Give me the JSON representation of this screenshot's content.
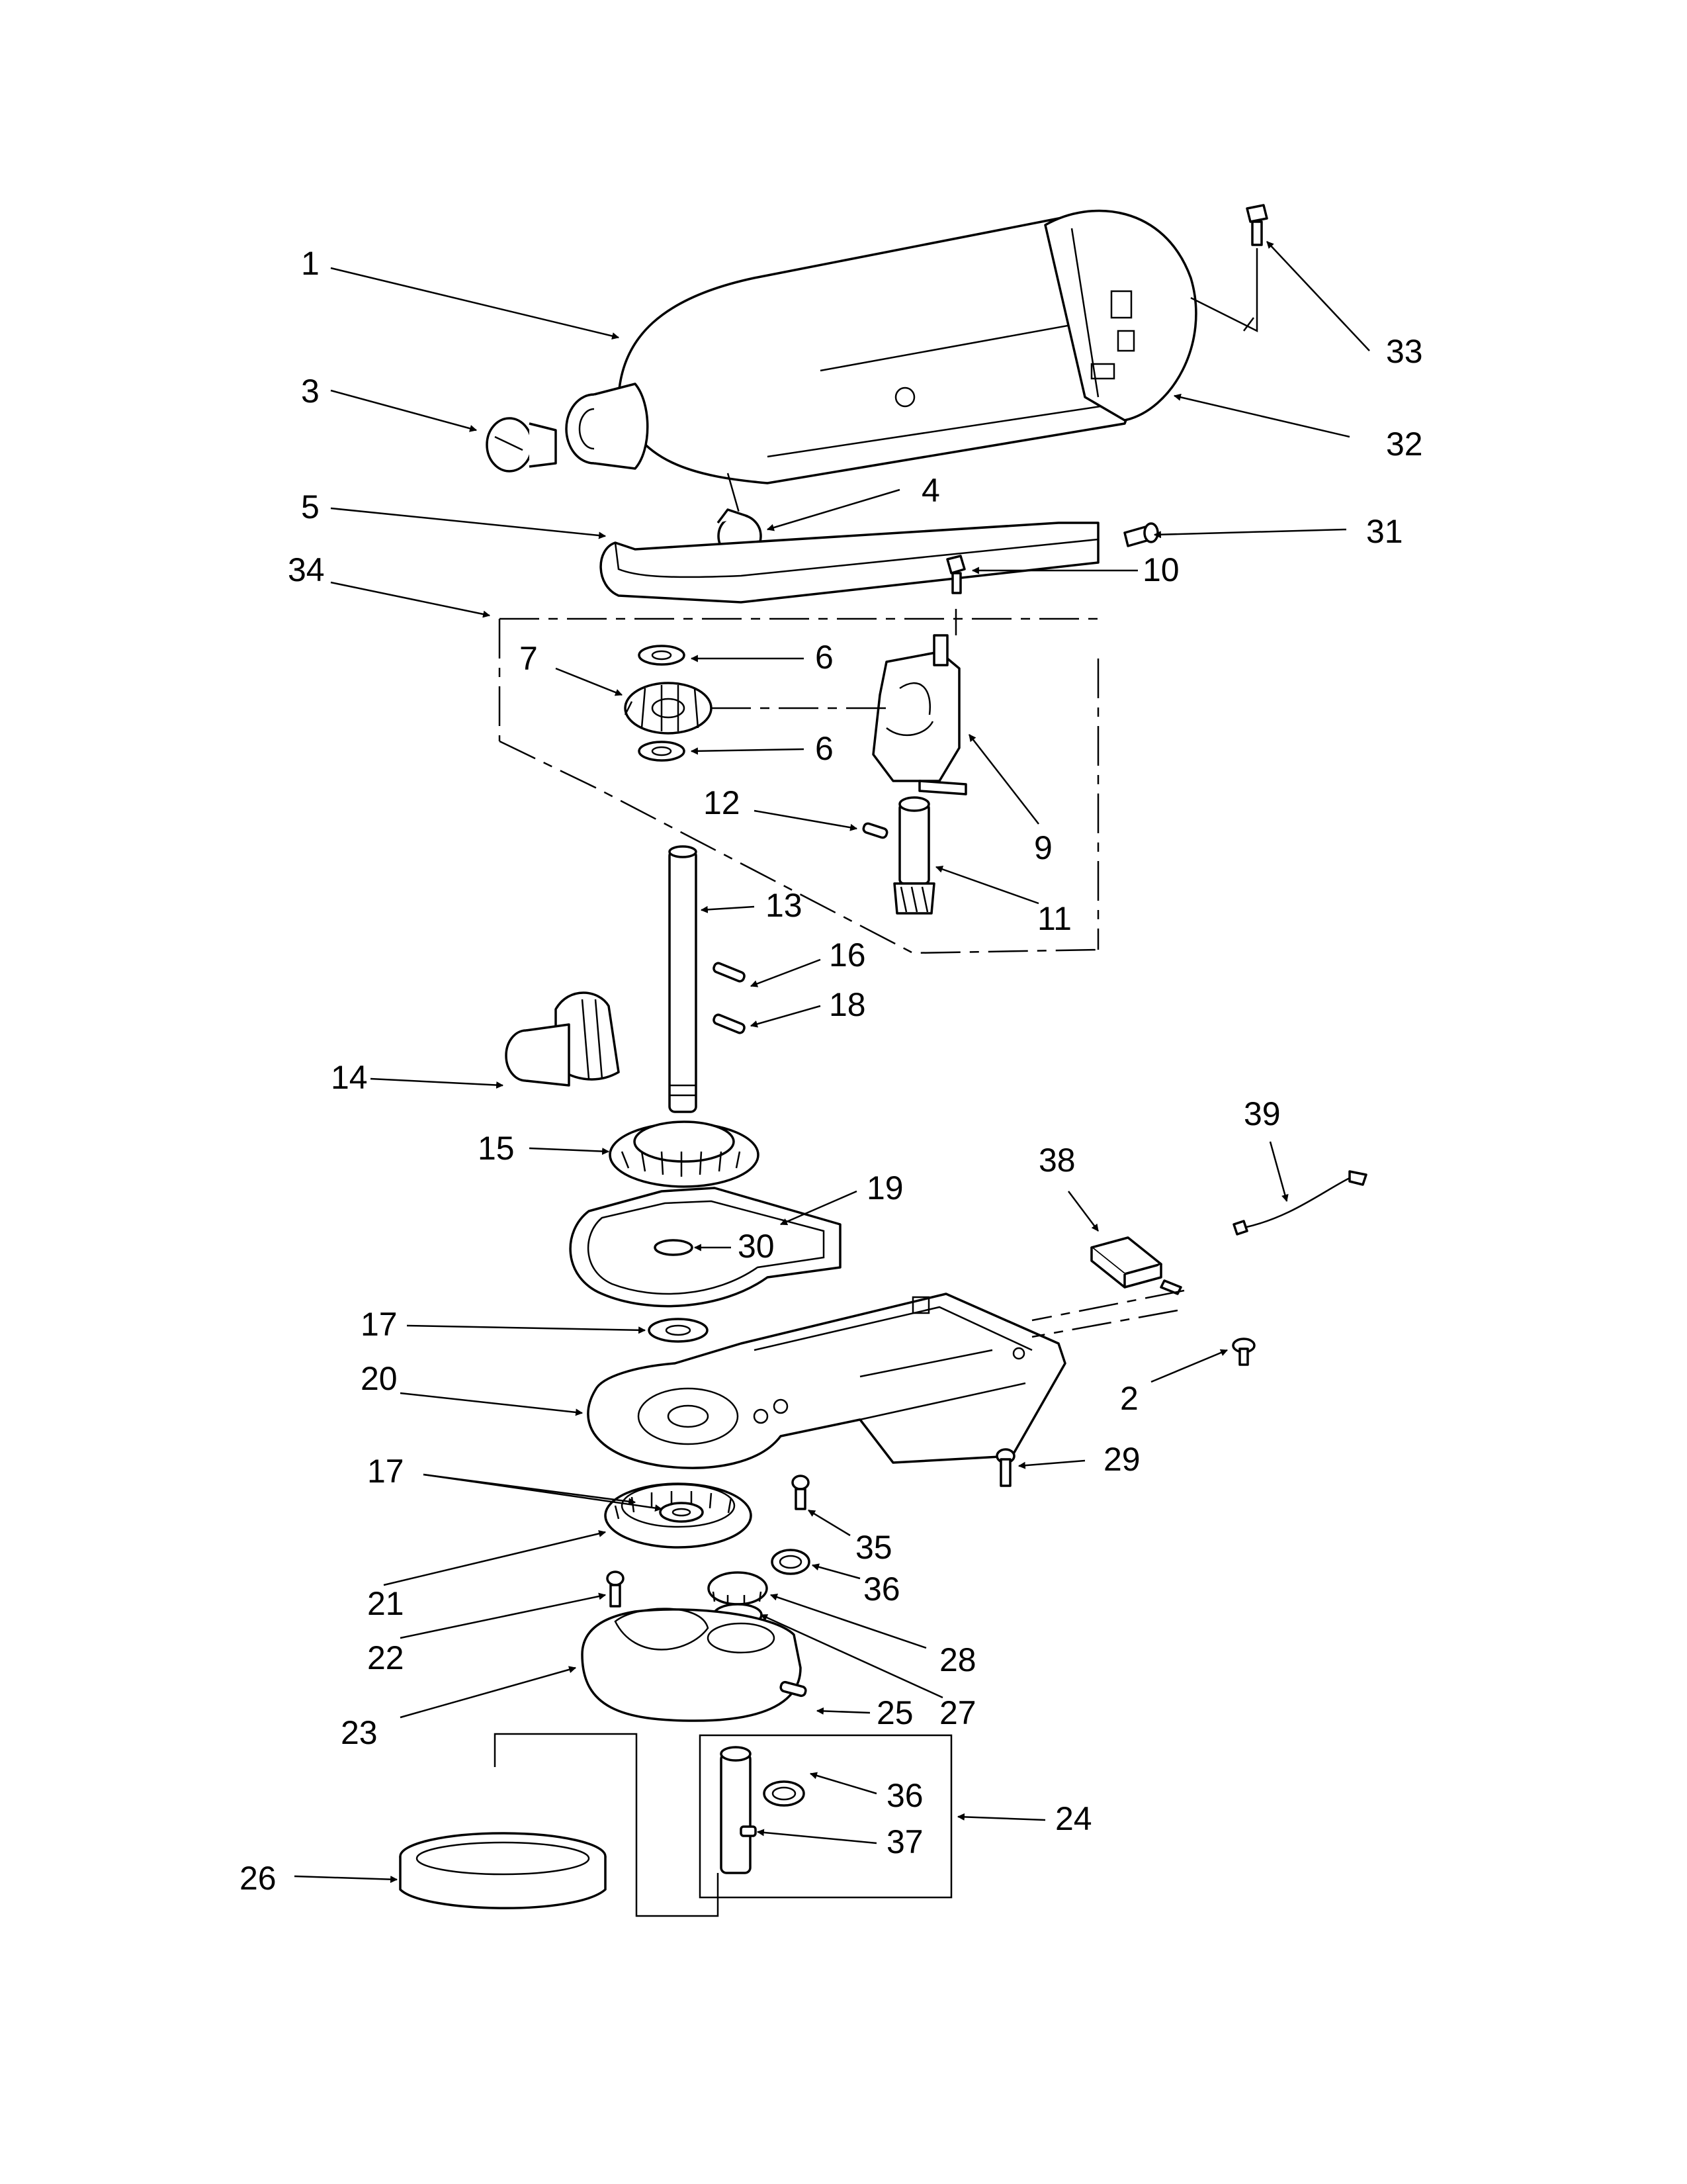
{
  "callouts": [
    {
      "id": "c1",
      "text": "1"
    },
    {
      "id": "c2",
      "text": "2"
    },
    {
      "id": "c3",
      "text": "3"
    },
    {
      "id": "c4",
      "text": "4"
    },
    {
      "id": "c5",
      "text": "5"
    },
    {
      "id": "c6a",
      "text": "6"
    },
    {
      "id": "c6b",
      "text": "6"
    },
    {
      "id": "c7",
      "text": "7"
    },
    {
      "id": "c9",
      "text": "9"
    },
    {
      "id": "c10",
      "text": "10"
    },
    {
      "id": "c11",
      "text": "11"
    },
    {
      "id": "c12",
      "text": "12"
    },
    {
      "id": "c13",
      "text": "13"
    },
    {
      "id": "c14",
      "text": "14"
    },
    {
      "id": "c15",
      "text": "15"
    },
    {
      "id": "c16",
      "text": "16"
    },
    {
      "id": "c17a",
      "text": "17"
    },
    {
      "id": "c17b",
      "text": "17"
    },
    {
      "id": "c18",
      "text": "18"
    },
    {
      "id": "c19",
      "text": "19"
    },
    {
      "id": "c20",
      "text": "20"
    },
    {
      "id": "c21",
      "text": "21"
    },
    {
      "id": "c22",
      "text": "22"
    },
    {
      "id": "c23",
      "text": "23"
    },
    {
      "id": "c24",
      "text": "24"
    },
    {
      "id": "c25",
      "text": "25"
    },
    {
      "id": "c26",
      "text": "26"
    },
    {
      "id": "c27",
      "text": "27"
    },
    {
      "id": "c28",
      "text": "28"
    },
    {
      "id": "c29",
      "text": "29"
    },
    {
      "id": "c30",
      "text": "30"
    },
    {
      "id": "c31",
      "text": "31"
    },
    {
      "id": "c32",
      "text": "32"
    },
    {
      "id": "c33",
      "text": "33"
    },
    {
      "id": "c34",
      "text": "34"
    },
    {
      "id": "c35",
      "text": "35"
    },
    {
      "id": "c36a",
      "text": "36"
    },
    {
      "id": "c36b",
      "text": "36"
    },
    {
      "id": "c37",
      "text": "37"
    },
    {
      "id": "c38",
      "text": "38"
    },
    {
      "id": "c39",
      "text": "39"
    }
  ]
}
